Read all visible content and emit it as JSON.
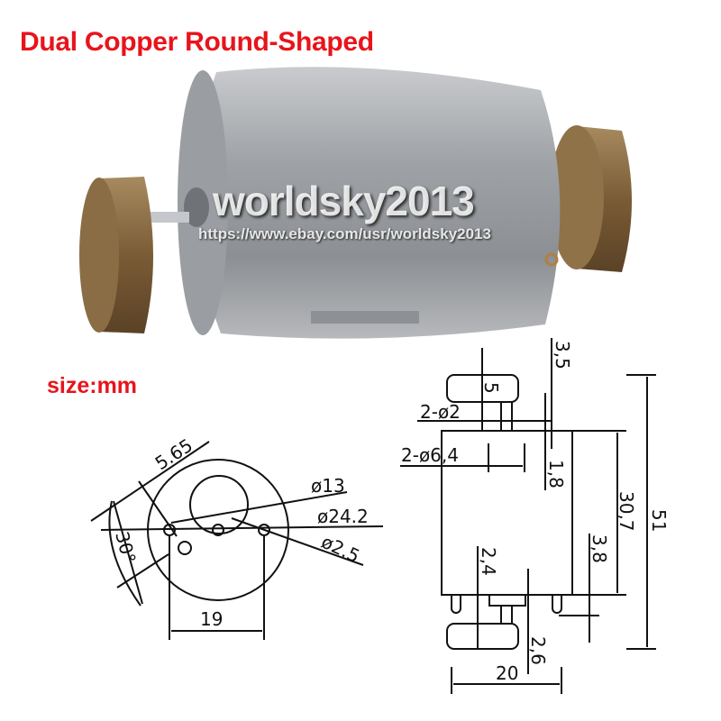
{
  "title": "Dual Copper Round-Shaped",
  "watermark": {
    "name": "worldsky2013",
    "url": "https://www.ebay.com/usr/worldsky2013"
  },
  "units_label": "size:mm",
  "end_view": {
    "labels": [
      "5.65",
      "ø13",
      "ø24.2",
      "ø2.5",
      "30°",
      "19"
    ]
  },
  "side_view": {
    "labels": [
      "3,5",
      "5",
      "2-ø2",
      "2-ø6,4",
      "1,8",
      "30,7",
      "51",
      "3,8",
      "2,4",
      "2,6",
      "20"
    ]
  },
  "colors": {
    "title": "#e8141b",
    "body": "#a9abae",
    "brass": "#8a6a40"
  }
}
